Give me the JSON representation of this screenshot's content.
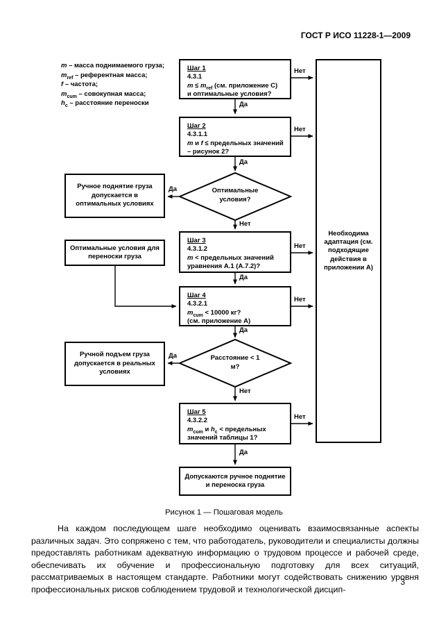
{
  "theme": {
    "ink": "#000000",
    "paper": "#ffffff"
  },
  "header": {
    "title": "ГОСТ Р ИСО 11228-1—2009"
  },
  "legend": {
    "items": [
      {
        "v": "m",
        "sub": "",
        "text": " – масса поднимаемого груза;"
      },
      {
        "v": "m",
        "sub": "ref",
        "text": " – референтная масса;"
      },
      {
        "v": "f",
        "sub": "",
        "text": " – частота;"
      },
      {
        "v": "m",
        "sub": "cum",
        "text": " – совокупная масса;"
      },
      {
        "v": "h",
        "sub": "c",
        "text": " – расстояние переноски"
      }
    ]
  },
  "flow": {
    "labels": {
      "yes": "Да",
      "no": "Нет"
    },
    "step1": {
      "title": "Шаг 1",
      "ref": "4.3.1",
      "p1": "m",
      "p2": " ≤ ",
      "p3": "m",
      "p4": "ref",
      "p5": " (см. приложение С)",
      "line2": "и оптимальные условия?"
    },
    "step2": {
      "title": "Шаг 2",
      "ref": "4.3.1.1",
      "p1": "m",
      "p2": " и ",
      "p3": "f",
      "p4": " ≤ предельных значений – рисунок 2?"
    },
    "decision1": {
      "text": "Оптимальные условия?"
    },
    "boxA": {
      "text": "Ручное поднятие груза допускается в оптимальных условиях"
    },
    "step3": {
      "title": "Шаг 3",
      "ref": "4.3.1.2",
      "p1": "m",
      "p2": " < предельных значений уравнения А.1 (А.7.2)?"
    },
    "boxB": {
      "text": "Оптимальные условия для переноски груза"
    },
    "step4": {
      "title": "Шаг 4",
      "ref": "4.3.2.1",
      "p1": "m",
      "p2": "cum",
      "p3": " < 10000 кг?",
      "line2": "(см. приложение А)"
    },
    "decision2": {
      "text": "Расстояние < 1 м?"
    },
    "boxC": {
      "text": "Ручной подъем груза допускается в реальных условиях"
    },
    "step5": {
      "title": "Шаг 5",
      "ref": "4.3.2.2",
      "p1": "m",
      "p2": "cum",
      "p3": " и ",
      "p4": "h",
      "p5": "c",
      "p6": " < предельных значений таблицы 1?"
    },
    "final": {
      "text": "Допускаются ручное поднятие и переноска груза"
    },
    "adapt": {
      "text": "Необходима адаптация (см. подходящие действия в приложении А)"
    }
  },
  "caption": "Рисунок 1 — Пошаговая модель",
  "body": {
    "paragraph": "На каждом последующем шаге необходимо оценивать взаимосвязанные аспекты различных задач. Это сопряжено с тем, что работодатель, руководители и специалисты должны предоставлять работникам адекватную информацию о трудовом процессе и рабочей среде, обеспечивать их обучение и профессиональную подготовку для всех ситуаций, рассматриваемых в настоящем стандарте. Работники могут содействовать снижению уровня профессиональных рисков соблюдением трудовой и технологической дисцип-"
  },
  "footer": {
    "page_number": "3"
  }
}
